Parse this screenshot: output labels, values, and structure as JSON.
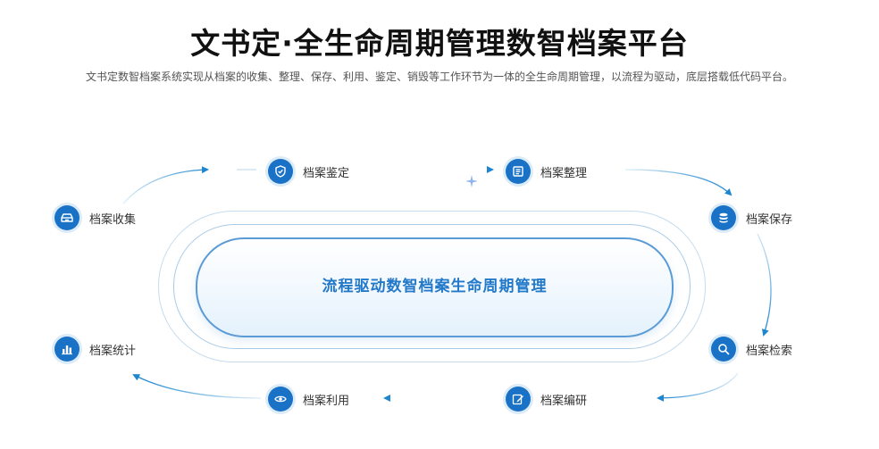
{
  "header": {
    "title": "文书定·全生命周期管理数智档案平台",
    "subtitle": "文书定数智档案系统实现从档案的收集、整理、保存、利用、鉴定、销毁等工作环节为一体的全生命周期管理，以流程为驱动，底层搭载低代码平台。"
  },
  "diagram": {
    "center_label": "流程驱动数智档案生命周期管理",
    "accent_color": "#1a72c7",
    "nodes": [
      {
        "id": "collect",
        "label": "档案收集",
        "icon": "archive-box-icon"
      },
      {
        "id": "appraise",
        "label": "档案鉴定",
        "icon": "shield-icon"
      },
      {
        "id": "organize",
        "label": "档案整理",
        "icon": "document-list-icon"
      },
      {
        "id": "preserve",
        "label": "档案保存",
        "icon": "database-icon"
      },
      {
        "id": "search",
        "label": "档案检索",
        "icon": "search-icon"
      },
      {
        "id": "compile",
        "label": "档案编研",
        "icon": "edit-icon"
      },
      {
        "id": "use",
        "label": "档案利用",
        "icon": "eye-icon"
      },
      {
        "id": "stats",
        "label": "档案统计",
        "icon": "bar-chart-icon"
      }
    ]
  }
}
